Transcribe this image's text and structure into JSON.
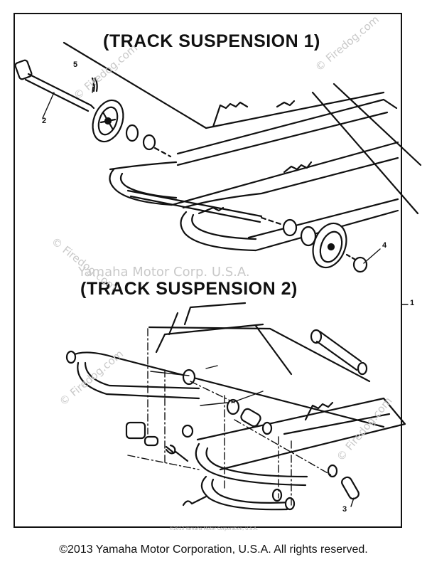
{
  "titles": {
    "suspension_1": "(TRACK SUSPENSION 1)",
    "suspension_2": "(TRACK SUSPENSION 2)"
  },
  "callouts": {
    "part_1": "1",
    "part_2": "2",
    "part_3": "3",
    "part_4": "4",
    "part_5": "5"
  },
  "watermarks": {
    "site": "© Firedog.com",
    "center": "Yamaha Motor Corp. U.S.A."
  },
  "fine_print": "©2013 Yamaha Motor Corporation, U.S.A.",
  "footer": "©2013 Yamaha Motor Corporation, U.S.A. All rights reserved."
}
